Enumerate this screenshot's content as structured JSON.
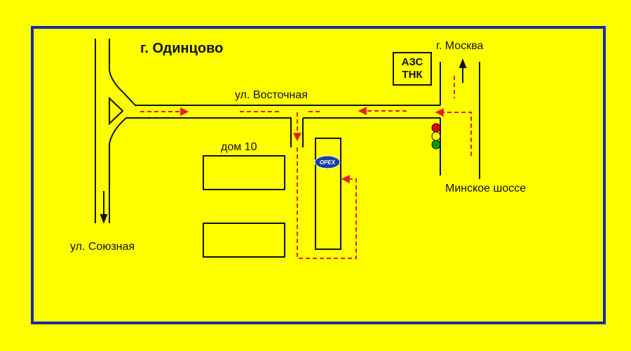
{
  "map": {
    "city": "г. Одинцово",
    "streets": {
      "vostochnaya": "ул. Восточная",
      "soyuznaya": "ул. Союзная",
      "minskoe": "Минское шоссе"
    },
    "direction_moscow": "г. Москва",
    "building": "дом 10",
    "gas_station": {
      "line1": "АЗС",
      "line2": "ТНК"
    },
    "logo_text": "ОРЕХ",
    "colors": {
      "background": "#ffff00",
      "border": "#1a2aa8",
      "road_line": "#111111",
      "route_arrow": "#e02020",
      "logo": "#1a3fa0",
      "traffic_light": [
        "#e00000",
        "#ffff00",
        "#00a000"
      ]
    },
    "icons": [
      "traffic-light-icon",
      "route-arrow-icon",
      "direction-arrow-icon"
    ]
  }
}
